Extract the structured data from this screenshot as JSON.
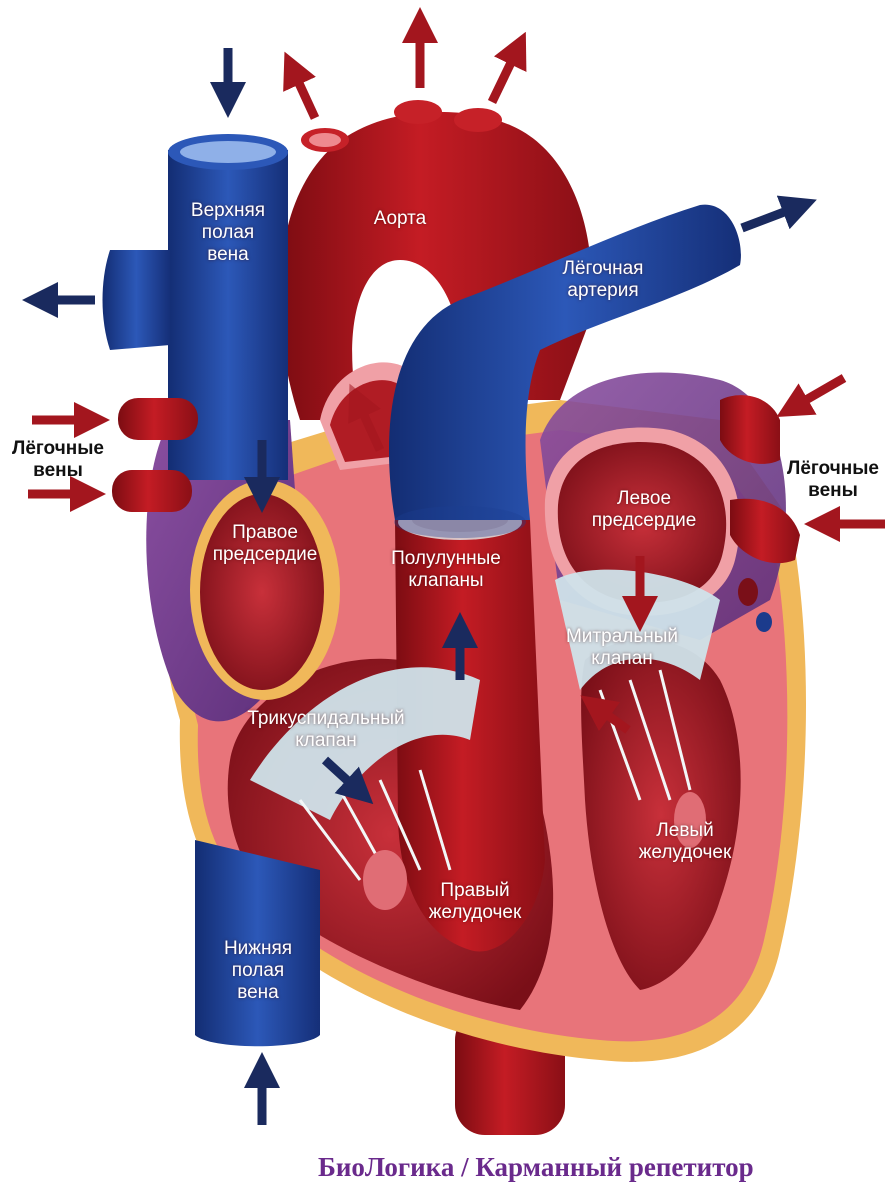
{
  "labels": {
    "svc": [
      "Верхняя",
      "полая",
      "вена"
    ],
    "aorta": [
      "Аорта"
    ],
    "pulm_artery": [
      "Лёгочная",
      "артерия"
    ],
    "pulm_veins_left": [
      "Лёгочные",
      "вены"
    ],
    "pulm_veins_right": [
      "Лёгочные",
      "вены"
    ],
    "right_atrium": [
      "Правое",
      "предсердие"
    ],
    "semilunar": [
      "Полулунные",
      "клапаны"
    ],
    "left_atrium": [
      "Левое",
      "предсердие"
    ],
    "mitral": [
      "Митральный",
      "клапан"
    ],
    "tricuspid": [
      "Трикуспидальный",
      "клапан"
    ],
    "right_ventricle": [
      "Правый",
      "желудочек"
    ],
    "left_ventricle": [
      "Левый",
      "желудочек"
    ],
    "ivc": [
      "Нижняя",
      "полая",
      "вена"
    ]
  },
  "credit": "БиоЛогика / Карманный репетитор",
  "colors": {
    "oxygenated": "#a8141c",
    "deoxygenated": "#1b3b8c",
    "myocardium": "#e8747a",
    "fat": "#f0b85a",
    "valve": "#cfe3ea",
    "arrow_red": "#a3161e",
    "arrow_blue": "#1a2a5e",
    "credit": "#6a2a8c"
  }
}
